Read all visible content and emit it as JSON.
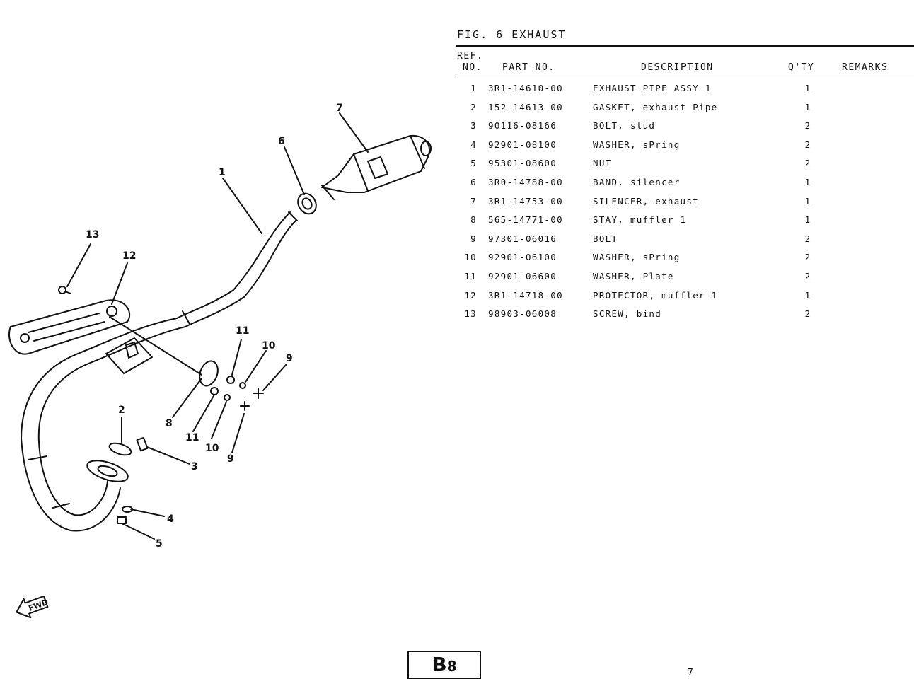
{
  "figure": {
    "title": "FIG. 6 EXHAUST"
  },
  "table": {
    "headers": {
      "ref_line1": "REF.",
      "ref_line2": "NO.",
      "part_no": "PART NO.",
      "description": "DESCRIPTION",
      "qty": "Q'TY",
      "remarks": "REMARKS"
    },
    "rows": [
      {
        "ref": "1",
        "part_no": "3R1-14610-00",
        "description": "EXHAUST PIPE ASSY 1",
        "qty": "1",
        "remarks": ""
      },
      {
        "ref": "2",
        "part_no": "152-14613-00",
        "description": "GASKET, exhaust Pipe",
        "qty": "1",
        "remarks": ""
      },
      {
        "ref": "3",
        "part_no": "90116-08166",
        "description": "BOLT, stud",
        "qty": "2",
        "remarks": ""
      },
      {
        "ref": "4",
        "part_no": "92901-08100",
        "description": "WASHER, sPring",
        "qty": "2",
        "remarks": ""
      },
      {
        "ref": "5",
        "part_no": "95301-08600",
        "description": "NUT",
        "qty": "2",
        "remarks": ""
      },
      {
        "ref": "6",
        "part_no": "3R0-14788-00",
        "description": "BAND, silencer",
        "qty": "1",
        "remarks": ""
      },
      {
        "ref": "7",
        "part_no": "3R1-14753-00",
        "description": "SILENCER, exhaust",
        "qty": "1",
        "remarks": ""
      },
      {
        "ref": "8",
        "part_no": "565-14771-00",
        "description": "STAY, muffler 1",
        "qty": "1",
        "remarks": ""
      },
      {
        "ref": "9",
        "part_no": "97301-06016",
        "description": "BOLT",
        "qty": "2",
        "remarks": ""
      },
      {
        "ref": "10",
        "part_no": "92901-06100",
        "description": "WASHER, sPring",
        "qty": "2",
        "remarks": ""
      },
      {
        "ref": "11",
        "part_no": "92901-06600",
        "description": "WASHER, Plate",
        "qty": "2",
        "remarks": ""
      },
      {
        "ref": "12",
        "part_no": "3R1-14718-00",
        "description": "PROTECTOR, muffler 1",
        "qty": "1",
        "remarks": ""
      },
      {
        "ref": "13",
        "part_no": "98903-06008",
        "description": "SCREW, bind",
        "qty": "2",
        "remarks": ""
      }
    ]
  },
  "diagram": {
    "callouts": {
      "c1": "1",
      "c2": "2",
      "c3": "3",
      "c4": "4",
      "c5": "5",
      "c6": "6",
      "c7": "7",
      "c8": "8",
      "c9a": "9",
      "c9b": "9",
      "c10a": "10",
      "c10b": "10",
      "c11a": "11",
      "c11b": "11",
      "c12": "12",
      "c13": "13"
    },
    "fwd_label": "FWD"
  },
  "footer": {
    "page_code_letter": "B",
    "page_code_digit": "8",
    "page_number": "7"
  }
}
